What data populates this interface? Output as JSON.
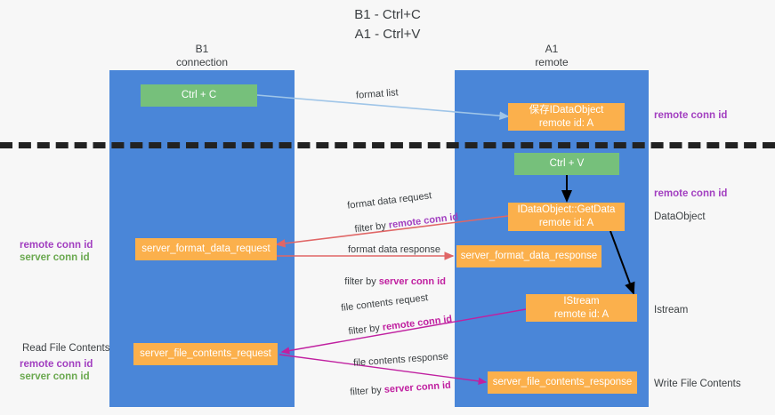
{
  "title": {
    "line1": "B1 - Ctrl+C",
    "line2": "A1 - Ctrl+V"
  },
  "columns": [
    {
      "id": "b1",
      "name": "B1",
      "sub": "connection"
    },
    {
      "id": "a1",
      "name": "A1",
      "sub": "remote"
    }
  ],
  "nodes": [
    {
      "id": "ctrl-c",
      "label": "Ctrl + C",
      "sub": "",
      "color": "green"
    },
    {
      "id": "save-idataobject",
      "label": "保存IDataObject",
      "sub": "remote id: A",
      "color": "orange"
    },
    {
      "id": "ctrl-v",
      "label": "Ctrl + V",
      "sub": "",
      "color": "green"
    },
    {
      "id": "idataobject-getdata",
      "label": "IDataObject::GetData",
      "sub": "remote id: A",
      "color": "orange"
    },
    {
      "id": "server-format-data-request",
      "label": "server_format_data_request",
      "sub": "",
      "color": "orange"
    },
    {
      "id": "server-format-data-response",
      "label": "server_format_data_response",
      "sub": "",
      "color": "orange"
    },
    {
      "id": "istream",
      "label": "IStream",
      "sub": "remote id: A",
      "color": "orange"
    },
    {
      "id": "server-file-contents-request",
      "label": "server_file_contents_request",
      "sub": "",
      "color": "orange"
    },
    {
      "id": "server-file-contents-response",
      "label": "server_file_contents_response",
      "sub": "",
      "color": "orange"
    }
  ],
  "edge_labels": {
    "format_list": "format list",
    "format_data_request": "format data request",
    "format_data_request_filter_prefix": "filter by ",
    "format_data_request_filter_key": "remote conn id",
    "format_data_response": "format data response",
    "format_data_response_filter_prefix": "filter by ",
    "format_data_response_filter_key": "server conn id",
    "file_contents_request": "file contents request",
    "file_contents_request_filter_prefix": "filter by ",
    "file_contents_request_filter_key": "remote conn id",
    "file_contents_response": "file contents response",
    "file_contents_response_filter_prefix": "filter by ",
    "file_contents_response_filter_key": "server conn id"
  },
  "annotations": {
    "right_remote_conn_id_top": "remote conn id",
    "right_remote_conn_id_mid": "remote conn id",
    "right_dataobject": "DataObject",
    "right_istream": "Istream",
    "right_write_file_contents": "Write File Contents",
    "left_remote_conn_id": "remote conn id",
    "left_server_conn_id": "server conn id",
    "left_read_file_contents": "Read File Contents",
    "left_remote_conn_id_2": "remote conn id",
    "left_server_conn_id_2": "server conn id"
  },
  "colors": {
    "lane": "#4a86d8",
    "green_node": "#76c07b",
    "orange_node": "#fbb04c",
    "purple": "#a23fc0",
    "green_text": "#6aa84f",
    "magenta": "#c020a0",
    "red_arrow": "#e06666",
    "blue_arrow": "#9fc5e8",
    "black_arrow": "#000000",
    "background": "#f7f7f7"
  }
}
